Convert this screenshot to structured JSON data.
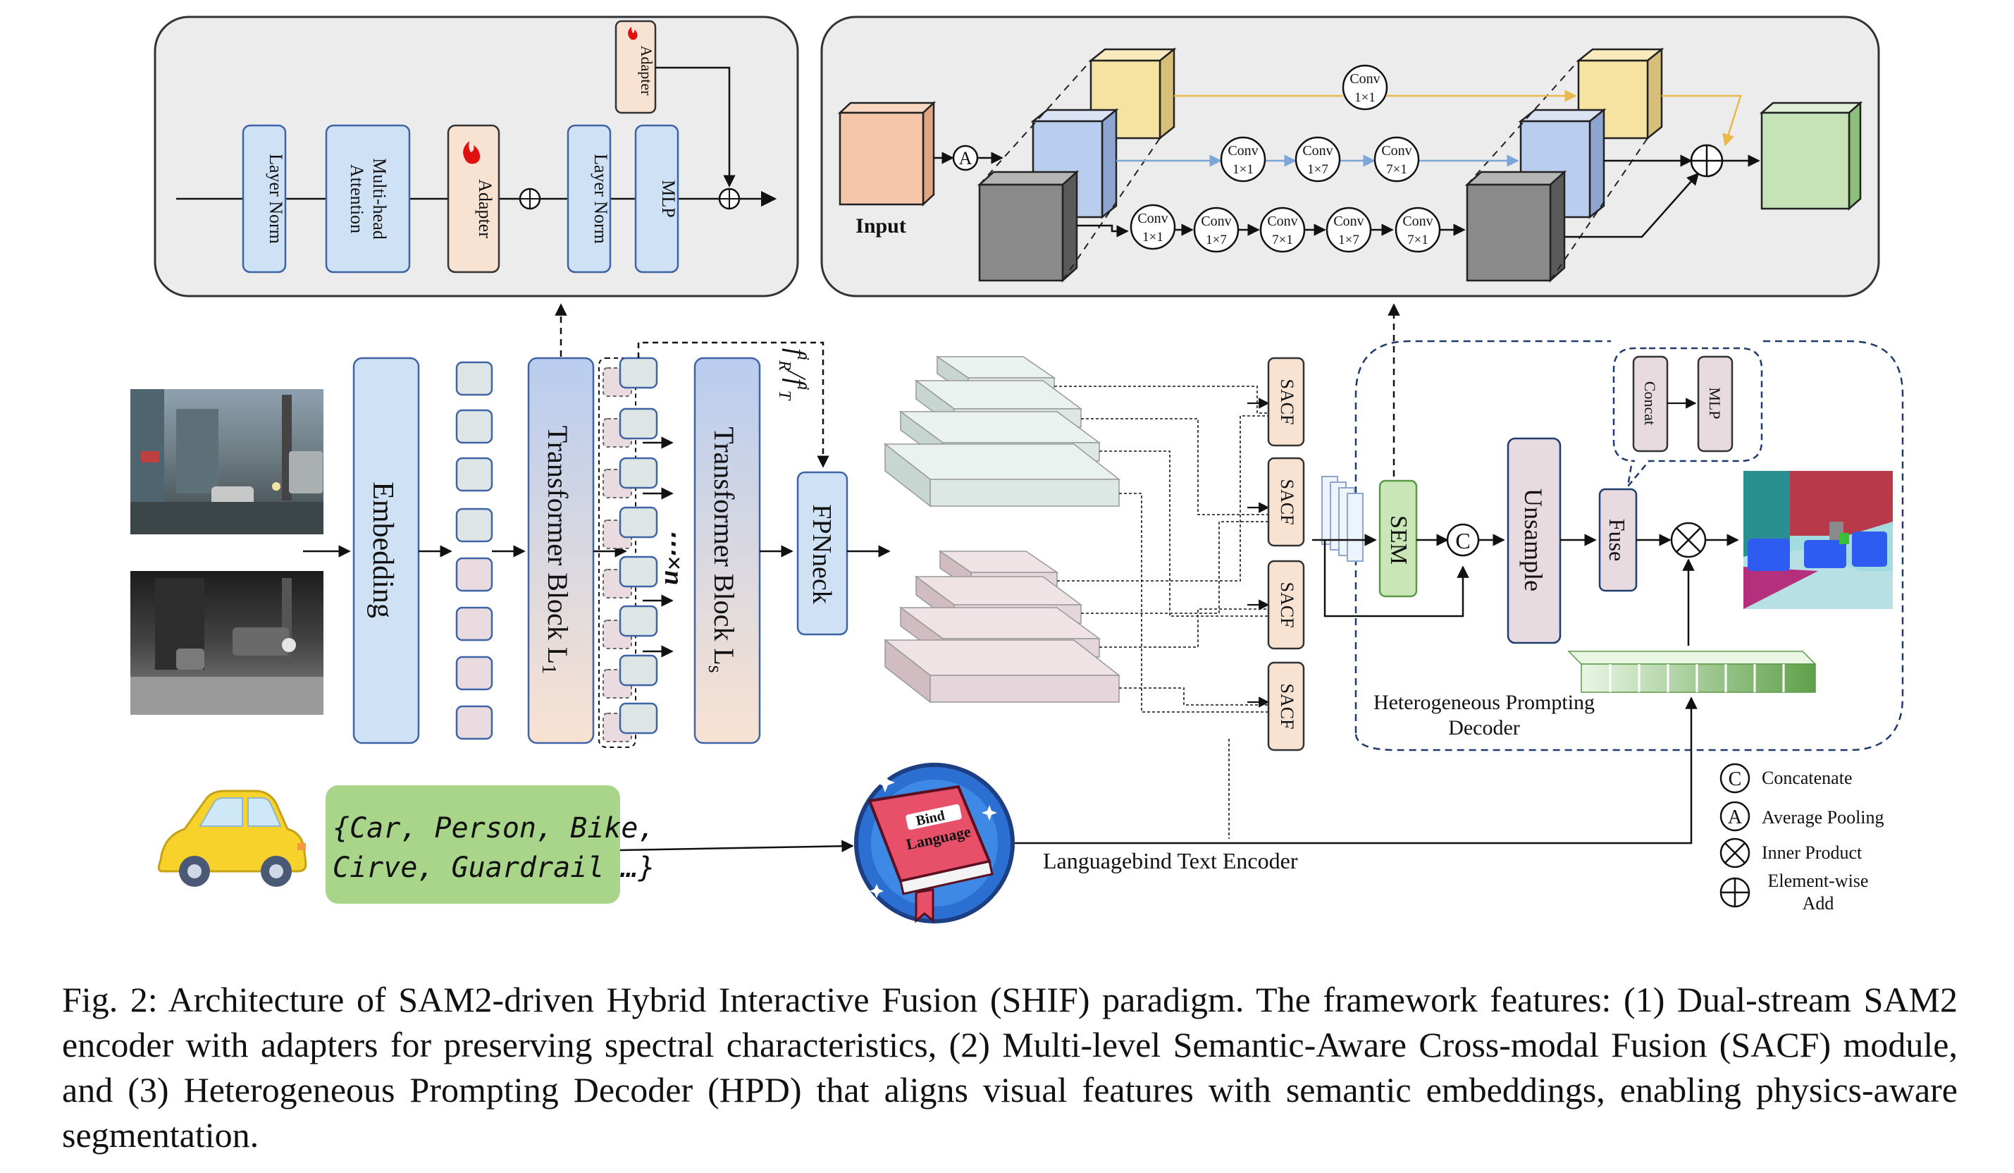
{
  "figure": {
    "adapter_block": {
      "layer_norm_1": "Layer Norm",
      "attention": [
        "Multi-head",
        "Attention"
      ],
      "adapter": "Adapter",
      "adapter_top": "Adapter",
      "layer_norm_2": "Layer Norm",
      "mlp": "MLP"
    },
    "sem_block": {
      "input_label": "Input",
      "pool_symbol": "A",
      "conv_label": "Conv",
      "conv_top": [
        "1×1"
      ],
      "conv_middle": [
        "1×1",
        "1×7",
        "7×1"
      ],
      "conv_bottom": [
        "1×1",
        "1×7",
        "7×1",
        "1×7",
        "7×1"
      ]
    },
    "encoder": {
      "embedding": "Embedding",
      "transformer_1": "Transformer Block L",
      "transformer_1_sub": "1",
      "transformer_s": "Transformer Block L",
      "transformer_s_sub": "s",
      "repeat_label": "⋯×n",
      "fpn": "FPNneck",
      "feature_label": "f",
      "feature_sup": "i",
      "feature_sub_r": "R",
      "feature_sub_t": "T"
    },
    "sacf_label": "SACF",
    "decoder": {
      "sem": "SEM",
      "concat_symbol": "C",
      "unsample": "Unsample",
      "fuse": "Fuse",
      "concat_box": "Concat",
      "mlp_box": "MLP",
      "title_line1": "Heterogeneous Prompting",
      "title_line2": "Decoder"
    },
    "text_prompt": {
      "line1": "{Car, Person, Bike,",
      "line2": "Cirve, Guardrail …}"
    },
    "book": {
      "word1": "Bind",
      "word2": "Language"
    },
    "text_encoder": "Languagebind Text Encoder",
    "legend": [
      {
        "symbol": "C",
        "label": "Concatenate"
      },
      {
        "symbol": "A",
        "label": "Average Pooling"
      },
      {
        "symbol": "⊗",
        "label": "Inner Product"
      },
      {
        "symbol": "⊕",
        "label": "Element-wise",
        "label2": "Add"
      }
    ]
  },
  "caption": {
    "label": "Fig. 2:",
    "text": "Architecture of SAM2-driven Hybrid Interactive Fusion (SHIF) paradigm. The framework features: (1) Dual-stream SAM2 encoder with adapters for preserving spectral characteristics, (2) Multi-level Semantic-Aware Cross-modal Fusion (SACF) module, and (3) Heterogeneous Prompting Decoder (HPD) that aligns visual features with semantic embeddings, enabling physics-aware segmentation."
  },
  "colors": {
    "panel_bg": "#ececec",
    "blue_box": "#cfe2f5",
    "blue_stroke": "#3f64a6",
    "peach_box": "#f8e2d2",
    "green_box": "#c9e6b6",
    "green_stroke": "#5a9a47",
    "mauve_box": "#e8dbe0",
    "yellow_cube": "#f7e3a1",
    "gray_cube": "#8a8a8a",
    "green_cube": "#c5e3b7",
    "orange_cube": "#f5c6a8"
  }
}
